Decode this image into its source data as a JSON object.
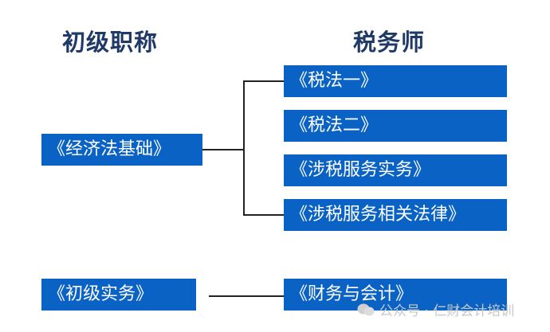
{
  "headers": {
    "left": "初级职称",
    "right": "税务师"
  },
  "left_boxes": [
    "《经济法基础》",
    "《初级实务》"
  ],
  "right_boxes": [
    "《税法一》",
    "《税法二》",
    "《涉税服务实务》",
    "《涉税服务相关法律》",
    "《财务与会计》"
  ],
  "watermark": "公众号 · 仁财会计培训",
  "colors": {
    "box": "#0a63c4",
    "heading": "#1f3a66",
    "line": "#222222"
  }
}
